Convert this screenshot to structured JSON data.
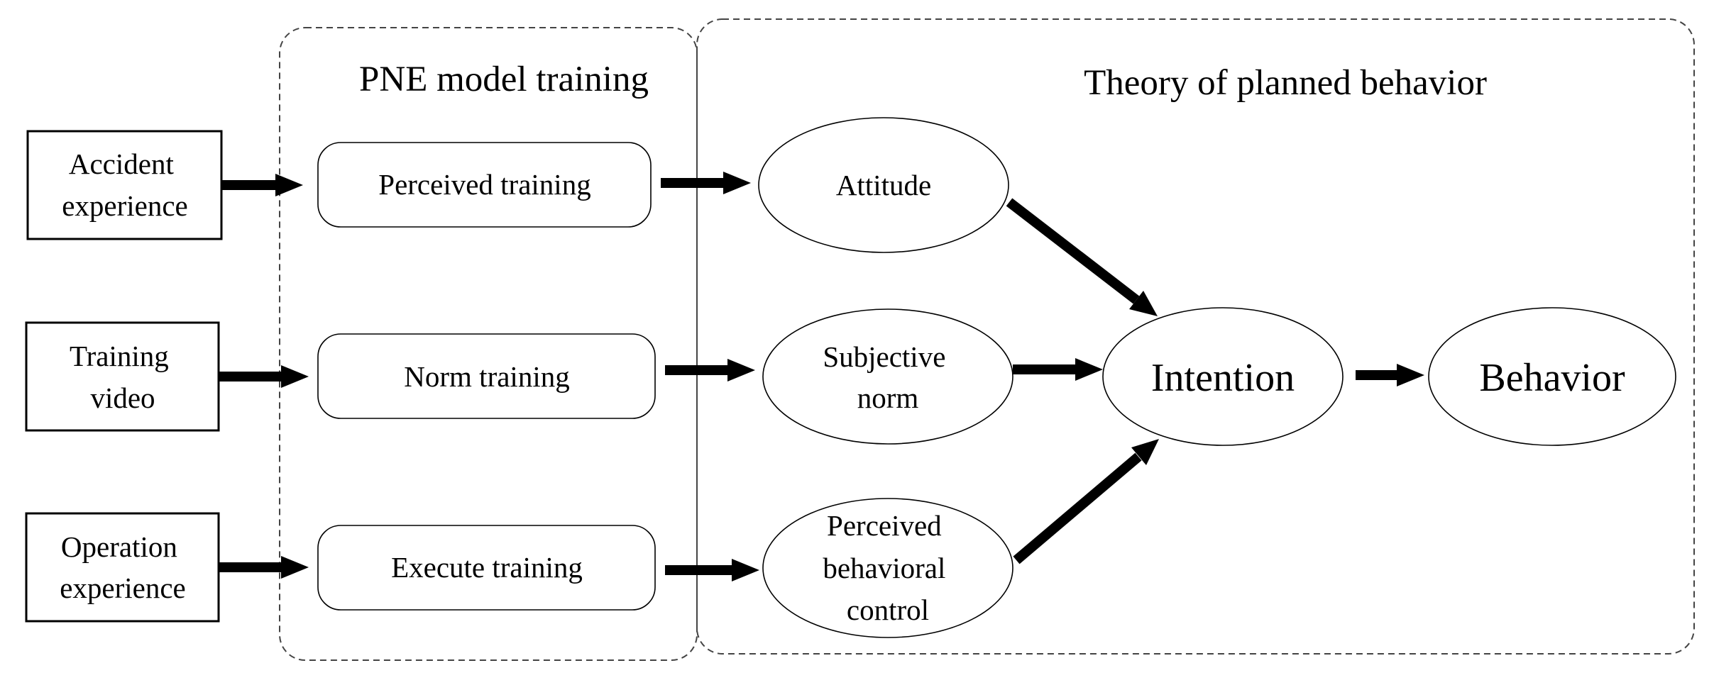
{
  "groups": {
    "pne": {
      "title": "PNE model training"
    },
    "tpb": {
      "title": "Theory of planned behavior"
    }
  },
  "sources": [
    {
      "id": "accident",
      "lines": [
        "Accident",
        "experience"
      ]
    },
    {
      "id": "video",
      "lines": [
        "Training",
        "video"
      ]
    },
    {
      "id": "operation",
      "lines": [
        "Operation",
        "experience"
      ]
    }
  ],
  "trainings": [
    {
      "id": "perceived",
      "label": "Perceived training"
    },
    {
      "id": "norm",
      "label": "Norm training"
    },
    {
      "id": "execute",
      "label": "Execute training"
    }
  ],
  "constructs": [
    {
      "id": "attitude",
      "lines": [
        "Attitude"
      ]
    },
    {
      "id": "subjective-norm",
      "lines": [
        "Subjective",
        "norm"
      ]
    },
    {
      "id": "pbc",
      "lines": [
        "Perceived",
        "behavioral",
        "control"
      ]
    }
  ],
  "outcomes": {
    "intention": "Intention",
    "behavior": "Behavior"
  },
  "colors": {
    "line": "#000000",
    "dashed_border": "#444444",
    "background": "#ffffff"
  }
}
